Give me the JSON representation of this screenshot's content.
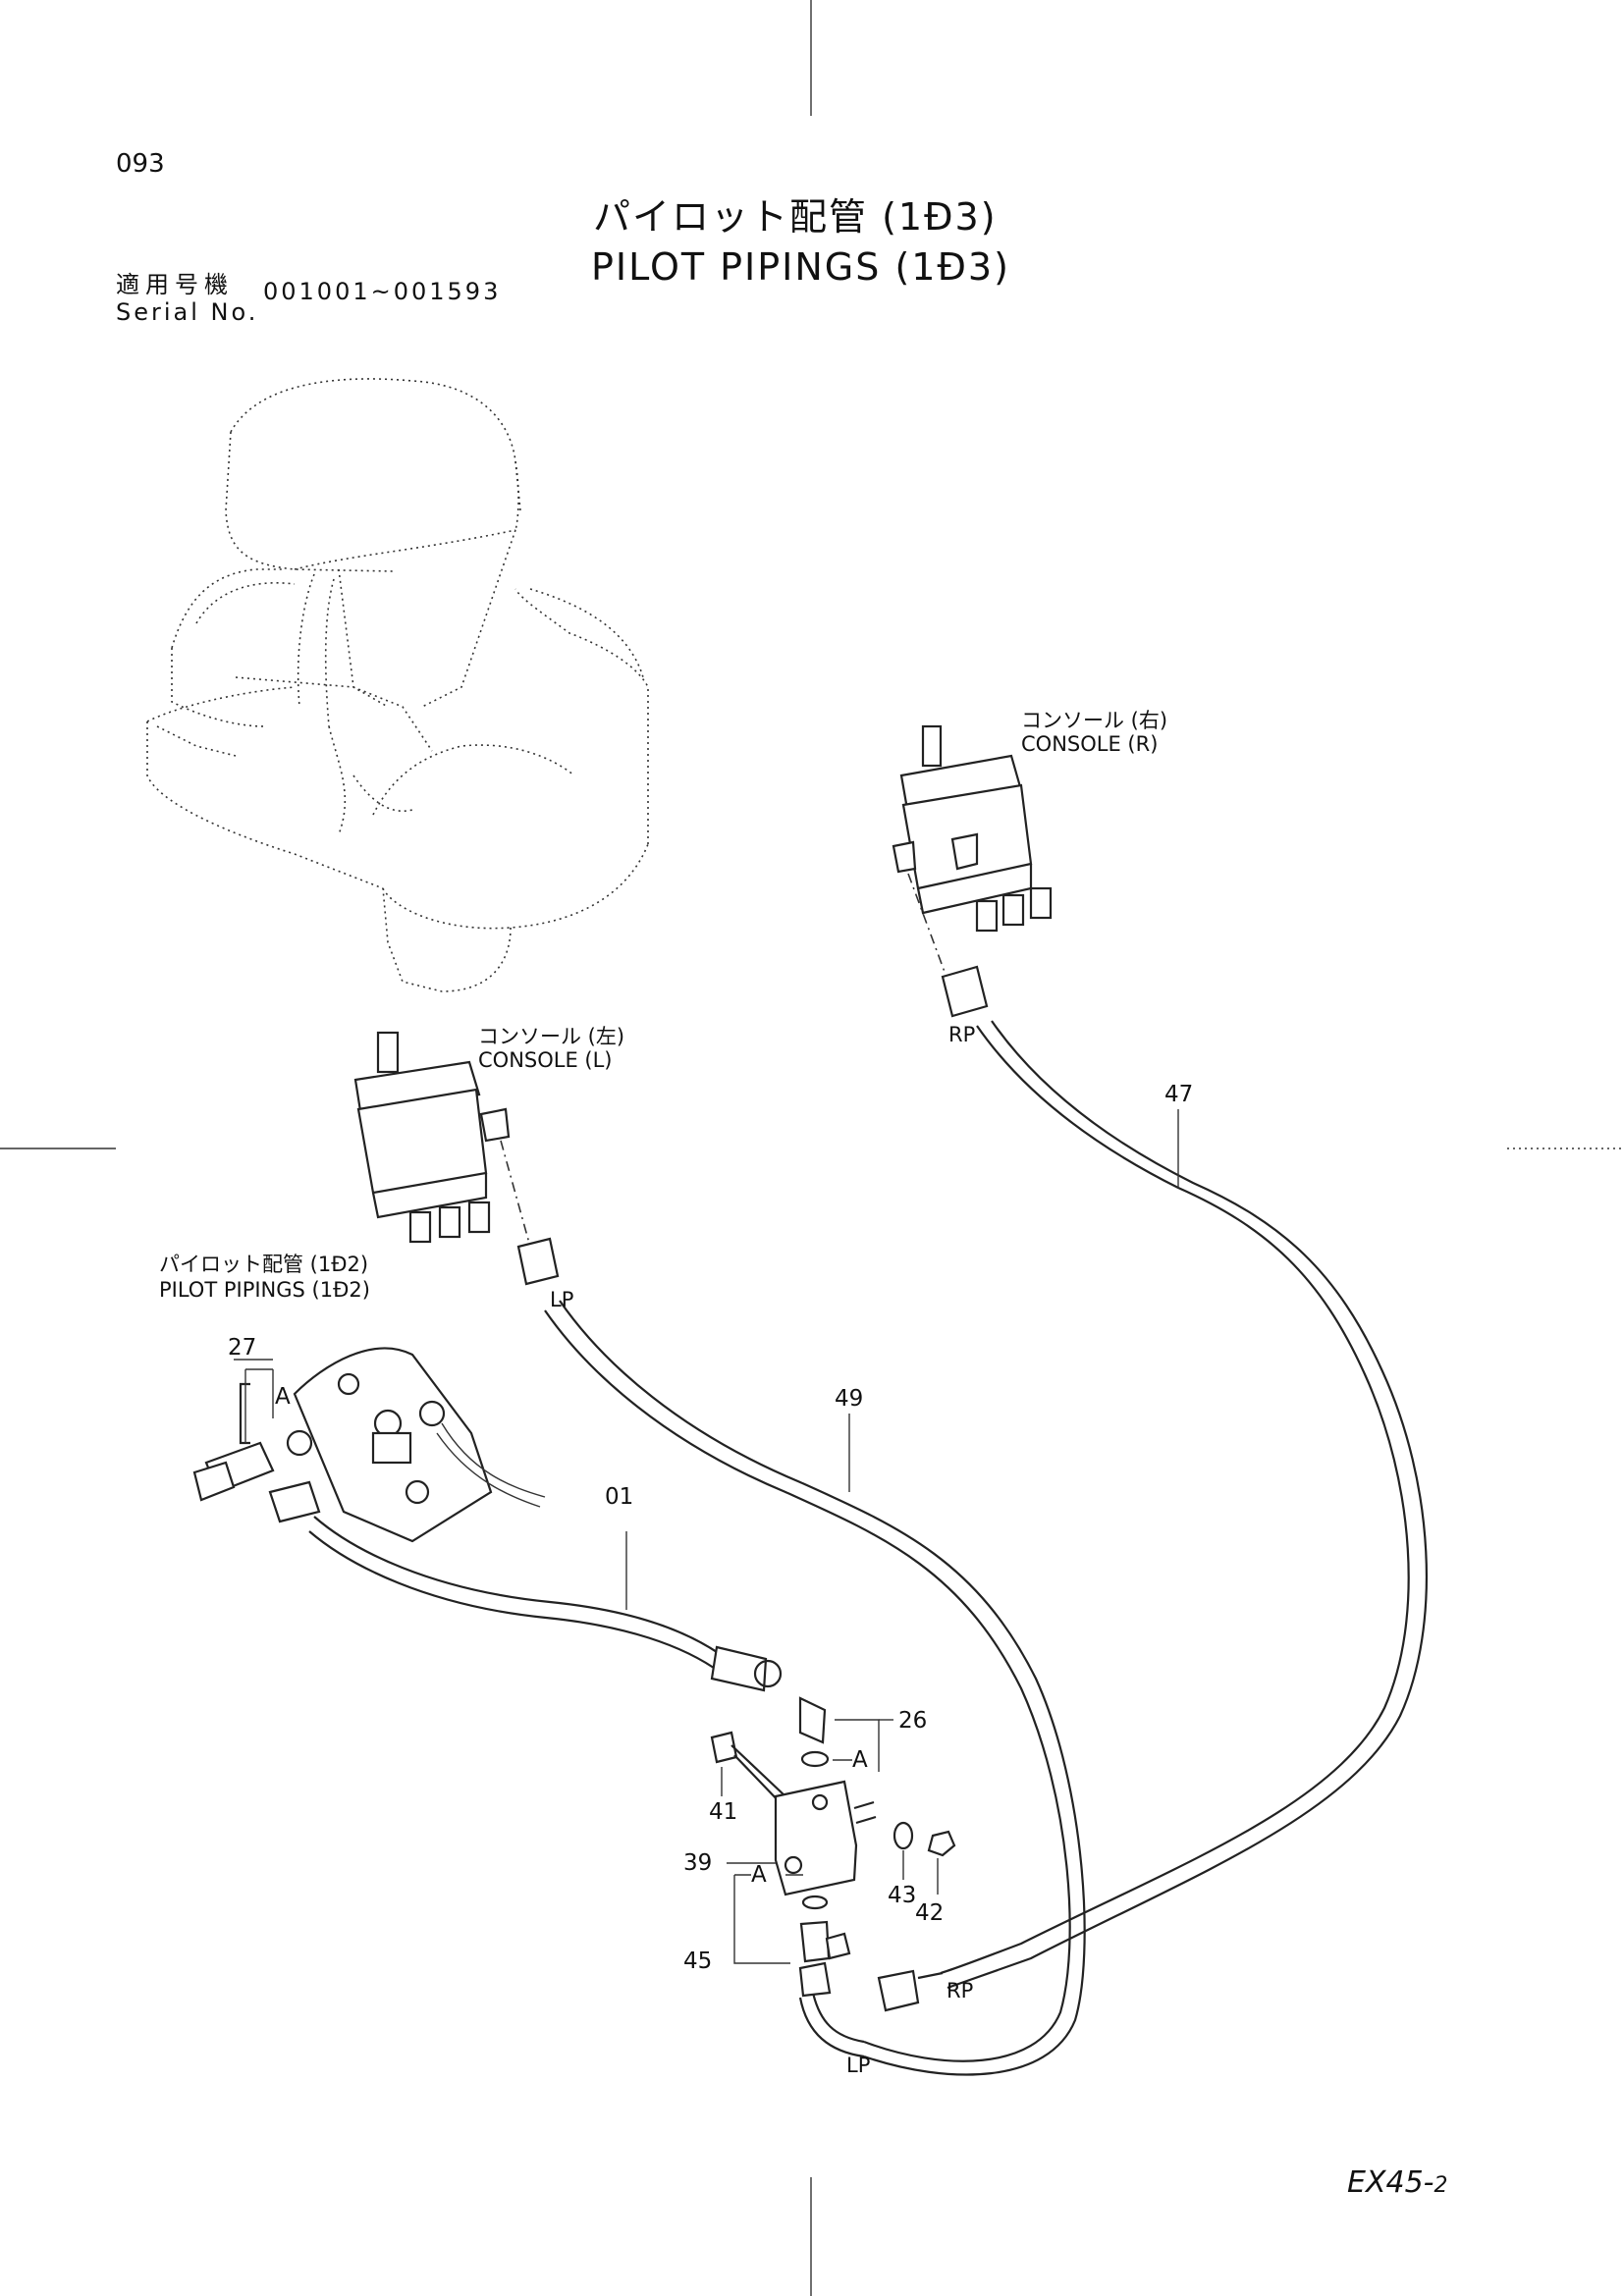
{
  "page_number": "093",
  "title_jp": "パイロット配管 (1Ð3)",
  "title_en": "PILOT PIPINGS (1Ð3)",
  "serial": {
    "label_jp": "適用号機",
    "label_en": "Serial No.",
    "range": "001001~001593"
  },
  "model_code": {
    "main": "EX45-",
    "suffix": "2"
  },
  "callouts": {
    "console_r_jp": "コンソール (右)",
    "console_r_en": "CONSOLE (R)",
    "console_l_jp": "コンソール (左)",
    "console_l_en": "CONSOLE (L)",
    "pilot_jp": "パイロット配管 (1Ð2)",
    "pilot_en": "PILOT PIPINGS (1Ð2)"
  },
  "port_labels": {
    "rp_top": "RP",
    "lp_top": "LP",
    "rp_bottom": "RP",
    "lp_bottom": "LP"
  },
  "detail_marks": {
    "a1": "A",
    "a2": "A",
    "a3": "A"
  },
  "part_numbers": {
    "p47": "47",
    "p49": "49",
    "p01": "01",
    "p27": "27",
    "p26": "26",
    "p41": "41",
    "p39": "39",
    "p43": "43",
    "p42": "42",
    "p45": "45"
  }
}
